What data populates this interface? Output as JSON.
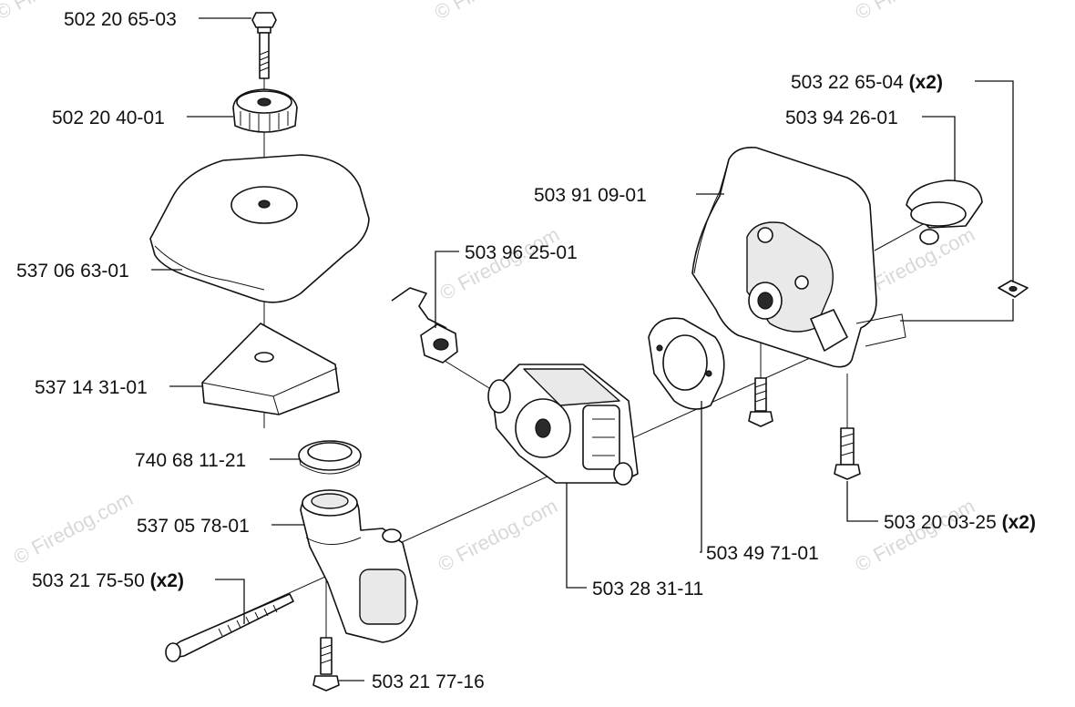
{
  "watermark": "© Firedog.com",
  "parts": [
    {
      "id": "p1",
      "number": "502 20 65-03",
      "qty": ""
    },
    {
      "id": "p2",
      "number": "502 20 40-01",
      "qty": ""
    },
    {
      "id": "p3",
      "number": "537 06 63-01",
      "qty": ""
    },
    {
      "id": "p4",
      "number": "537 14 31-01",
      "qty": ""
    },
    {
      "id": "p5",
      "number": "740 68 11-21",
      "qty": ""
    },
    {
      "id": "p6",
      "number": "537 05 78-01",
      "qty": ""
    },
    {
      "id": "p7",
      "number": "503 21 75-50",
      "qty": "(x2)"
    },
    {
      "id": "p8",
      "number": "503 21 77-16",
      "qty": ""
    },
    {
      "id": "p9",
      "number": "503 96 25-01",
      "qty": ""
    },
    {
      "id": "p10",
      "number": "503 28 31-11",
      "qty": ""
    },
    {
      "id": "p11",
      "number": "503 91 09-01",
      "qty": ""
    },
    {
      "id": "p12",
      "number": "503 22 65-04",
      "qty": "(x2)"
    },
    {
      "id": "p13",
      "number": "503 94 26-01",
      "qty": ""
    },
    {
      "id": "p14",
      "number": "503 49 71-01",
      "qty": ""
    },
    {
      "id": "p15",
      "number": "503 20 03-25",
      "qty": "(x2)"
    }
  ]
}
